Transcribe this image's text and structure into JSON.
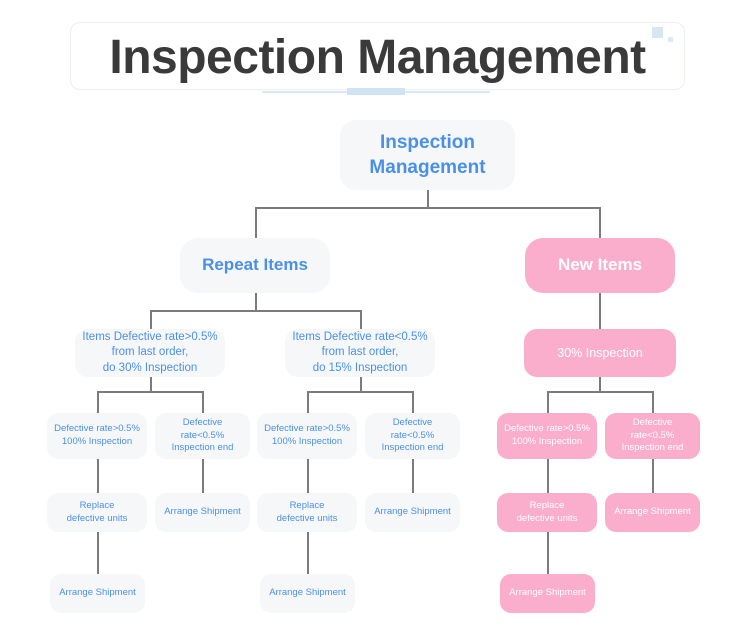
{
  "header": {
    "title": "Inspection Management",
    "decoration": {
      "square_large_color": "#d6e7f2",
      "square_small_color": "#dbeaf4",
      "underline_thin_color": "#d8e9f5",
      "underline_thick_color": "#cfe3f2"
    }
  },
  "theme": {
    "blue_node_bg": "#f6f7f8",
    "blue_node_text": "#4a90e8",
    "pink_node_bg": "#fbaecb",
    "pink_node_text": "#ffffff",
    "connector_color": "#7b7b7b",
    "page_bg": "#ffffff"
  },
  "diagram": {
    "type": "tree-flowchart",
    "root": {
      "label": "Inspection\nManagement",
      "color": "blue"
    },
    "branches": [
      {
        "id": "repeat-items",
        "label": "Repeat Items",
        "color": "blue",
        "children": [
          {
            "id": "repeat-high",
            "label": "Items Defective rate>0.5%\nfrom last order,\ndo 30% Inspection",
            "color": "blue",
            "children": [
              {
                "id": "repeat-high-gt",
                "label": "Defective rate>0.5%\n100% Inspection",
                "color": "blue",
                "children": [
                  {
                    "id": "repeat-high-gt-replace",
                    "label": "Replace\ndefective units",
                    "color": "blue",
                    "children": [
                      {
                        "id": "repeat-high-gt-ship",
                        "label": "Arrange Shipment",
                        "color": "blue"
                      }
                    ]
                  }
                ]
              },
              {
                "id": "repeat-high-lt",
                "label": "Defective rate<0.5%\nInspection end",
                "color": "blue",
                "children": [
                  {
                    "id": "repeat-high-lt-ship",
                    "label": "Arrange Shipment",
                    "color": "blue"
                  }
                ]
              }
            ]
          },
          {
            "id": "repeat-low",
            "label": "Items Defective rate<0.5%\nfrom last order,\ndo 15% Inspection",
            "color": "blue",
            "children": [
              {
                "id": "repeat-low-gt",
                "label": "Defective rate>0.5%\n100% Inspection",
                "color": "blue",
                "children": [
                  {
                    "id": "repeat-low-gt-replace",
                    "label": "Replace\ndefective units",
                    "color": "blue",
                    "children": [
                      {
                        "id": "repeat-low-gt-ship",
                        "label": "Arrange Shipment",
                        "color": "blue"
                      }
                    ]
                  }
                ]
              },
              {
                "id": "repeat-low-lt",
                "label": "Defective rate<0.5%\nInspection end",
                "color": "blue",
                "children": [
                  {
                    "id": "repeat-low-lt-ship",
                    "label": "Arrange Shipment",
                    "color": "blue"
                  }
                ]
              }
            ]
          }
        ]
      },
      {
        "id": "new-items",
        "label": "New Items",
        "color": "pink",
        "children": [
          {
            "id": "new-30",
            "label": "30% Inspection",
            "color": "pink",
            "children": [
              {
                "id": "new-gt",
                "label": "Defective rate>0.5%\n100% Inspection",
                "color": "pink",
                "children": [
                  {
                    "id": "new-gt-replace",
                    "label": "Replace\ndefective units",
                    "color": "pink",
                    "children": [
                      {
                        "id": "new-gt-ship",
                        "label": "Arrange Shipment",
                        "color": "pink"
                      }
                    ]
                  }
                ]
              },
              {
                "id": "new-lt",
                "label": "Defective rate<0.5%\nInspection end",
                "color": "pink",
                "children": [
                  {
                    "id": "new-lt-ship",
                    "label": "Arrange Shipment",
                    "color": "pink"
                  }
                ]
              }
            ]
          }
        ]
      }
    ],
    "nodes_flat": {
      "root": "Inspection\nManagement",
      "repeat_items": "Repeat Items",
      "new_items": "New Items",
      "repeat_high": "Items Defective rate>0.5%\nfrom last order,\ndo 30% Inspection",
      "repeat_low": "Items Defective rate<0.5%\nfrom last order,\ndo 15% Inspection",
      "new_30": "30% Inspection",
      "l4_1": "Defective rate>0.5%\n100% Inspection",
      "l4_2": "Defective rate<0.5%\nInspection end",
      "l4_3": "Defective rate>0.5%\n100% Inspection",
      "l4_4": "Defective rate<0.5%\nInspection end",
      "l4_5": "Defective rate>0.5%\n100% Inspection",
      "l4_6": "Defective rate<0.5%\nInspection end",
      "l5_1": "Replace\ndefective units",
      "l5_2": "Arrange Shipment",
      "l5_3": "Replace\ndefective units",
      "l5_4": "Arrange Shipment",
      "l5_5": "Replace\ndefective units",
      "l5_6": "Arrange Shipment",
      "l6_1": "Arrange Shipment",
      "l6_2": "Arrange Shipment",
      "l6_3": "Arrange Shipment"
    }
  }
}
